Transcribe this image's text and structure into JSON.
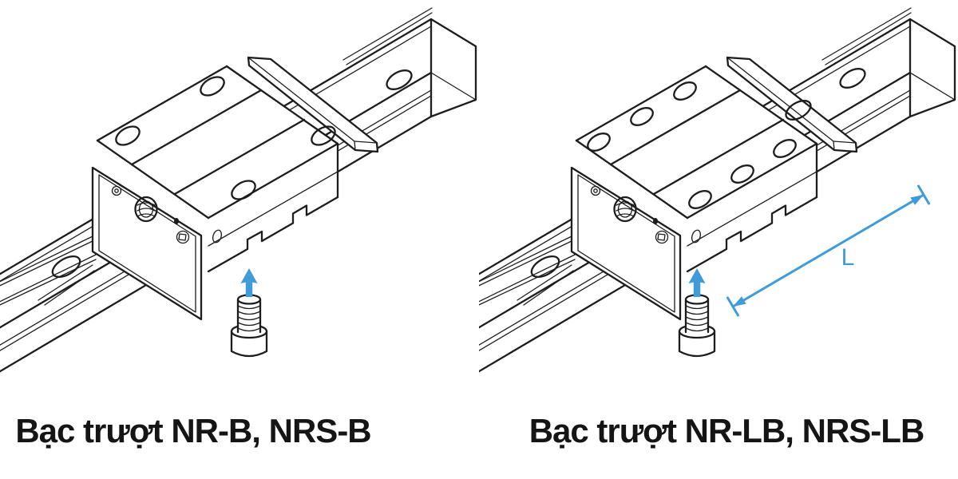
{
  "page": {
    "background": "#ffffff"
  },
  "colors": {
    "accent": "#3f9cd9",
    "line": "#1d1d1f",
    "text": "#151515"
  },
  "panels": [
    {
      "id": "nr-b",
      "caption": "Bạc trượt NR-B, NRS-B",
      "block_type": "standard",
      "block_mounting_holes": 4,
      "rail_holes_visible": 2,
      "has_dimension_line": false
    },
    {
      "id": "nr-lb",
      "caption": "Bạc trượt NR-LB, NRS-LB",
      "block_type": "long",
      "block_mounting_holes": 6,
      "rail_holes_visible": 3,
      "has_dimension_line": true,
      "dimension_label": "L"
    }
  ]
}
